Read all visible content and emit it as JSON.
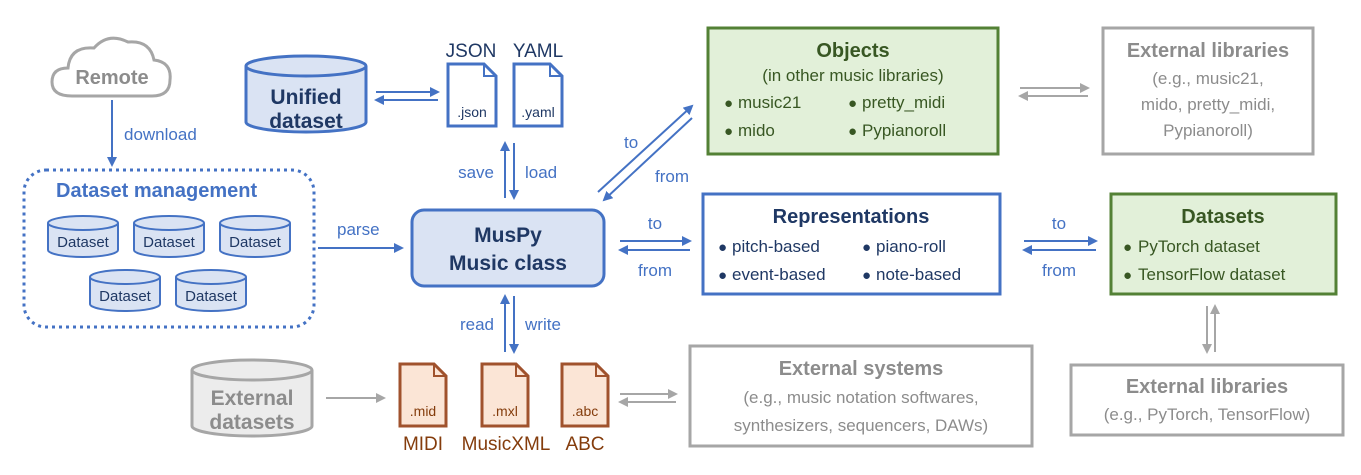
{
  "colors": {
    "blue": "#4472c4",
    "blue_fill": "#dae3f3",
    "green": "#538135",
    "green_fill": "#e2f0d9",
    "gray": "#a6a6a6",
    "gray_text": "#8c8c8c",
    "orange": "#a0522d",
    "orange_fill": "#fbe5d6"
  },
  "remote": {
    "label": "Remote",
    "download": "download"
  },
  "dataset_management": {
    "title": "Dataset management",
    "datasets": [
      "Dataset",
      "Dataset",
      "Dataset",
      "Dataset",
      "Dataset"
    ]
  },
  "unified_dataset": {
    "line1": "Unified",
    "line2": "dataset"
  },
  "formats": {
    "json": {
      "label": "JSON",
      "ext": ".json"
    },
    "yaml": {
      "label": "YAML",
      "ext": ".yaml"
    }
  },
  "save_label": "save",
  "load_label": "load",
  "parse_label": "parse",
  "read_label": "read",
  "write_label": "write",
  "muspy": {
    "line1": "MusPy",
    "line2": "Music class"
  },
  "objects": {
    "title": "Objects",
    "subtitle": "(in other music libraries)",
    "items": [
      "music21",
      "pretty_midi",
      "mido",
      "Pypianoroll"
    ]
  },
  "obj_to": "to",
  "obj_from": "from",
  "ext_libs_top": {
    "title": "External libraries",
    "line1": "(e.g., music21,",
    "line2": "mido, pretty_midi,",
    "line3": "Pypianoroll)"
  },
  "representations": {
    "title": "Representations",
    "items": [
      "pitch-based",
      "piano-roll",
      "event-based",
      "note-based"
    ]
  },
  "rep_to": "to",
  "rep_from": "from",
  "datasets_box": {
    "title": "Datasets",
    "items": [
      "PyTorch dataset",
      "TensorFlow dataset"
    ]
  },
  "ds_to": "to",
  "ds_from": "from",
  "ext_libs_bottom": {
    "title": "External libraries",
    "line1": "(e.g., PyTorch, TensorFlow)"
  },
  "external_datasets": {
    "line1": "External",
    "line2": "datasets"
  },
  "files": {
    "midi": {
      "ext": ".mid",
      "label": "MIDI"
    },
    "musicxml": {
      "ext": ".mxl",
      "label": "MusicXML"
    },
    "abc": {
      "ext": ".abc",
      "label": "ABC"
    }
  },
  "external_systems": {
    "title": "External systems",
    "line1": "(e.g., music notation softwares,",
    "line2": "synthesizers, sequencers, DAWs)"
  }
}
